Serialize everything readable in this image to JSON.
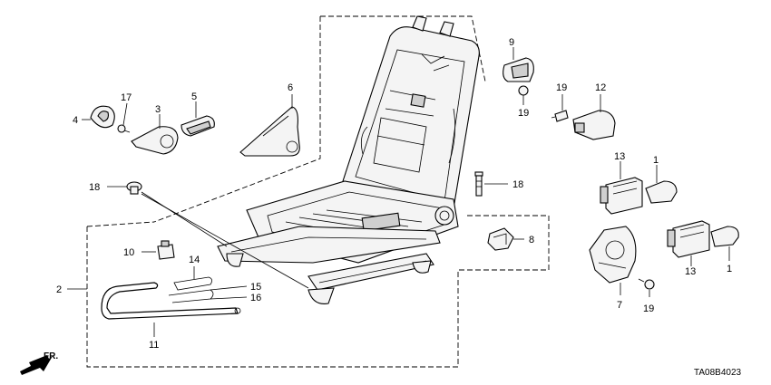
{
  "diagram": {
    "code": "TA08B4023",
    "direction_label": "FR.",
    "callouts": {
      "c1a": "1",
      "c1b": "1",
      "c2": "2",
      "c3": "3",
      "c4": "4",
      "c5": "5",
      "c6": "6",
      "c7": "7",
      "c8": "8",
      "c9": "9",
      "c10": "10",
      "c11": "11",
      "c12": "12",
      "c13a": "13",
      "c13b": "13",
      "c14": "14",
      "c15": "15",
      "c16": "16",
      "c17": "17",
      "c18a": "18",
      "c18b": "18",
      "c19a": "19",
      "c19b": "19",
      "c19c": "19"
    }
  }
}
